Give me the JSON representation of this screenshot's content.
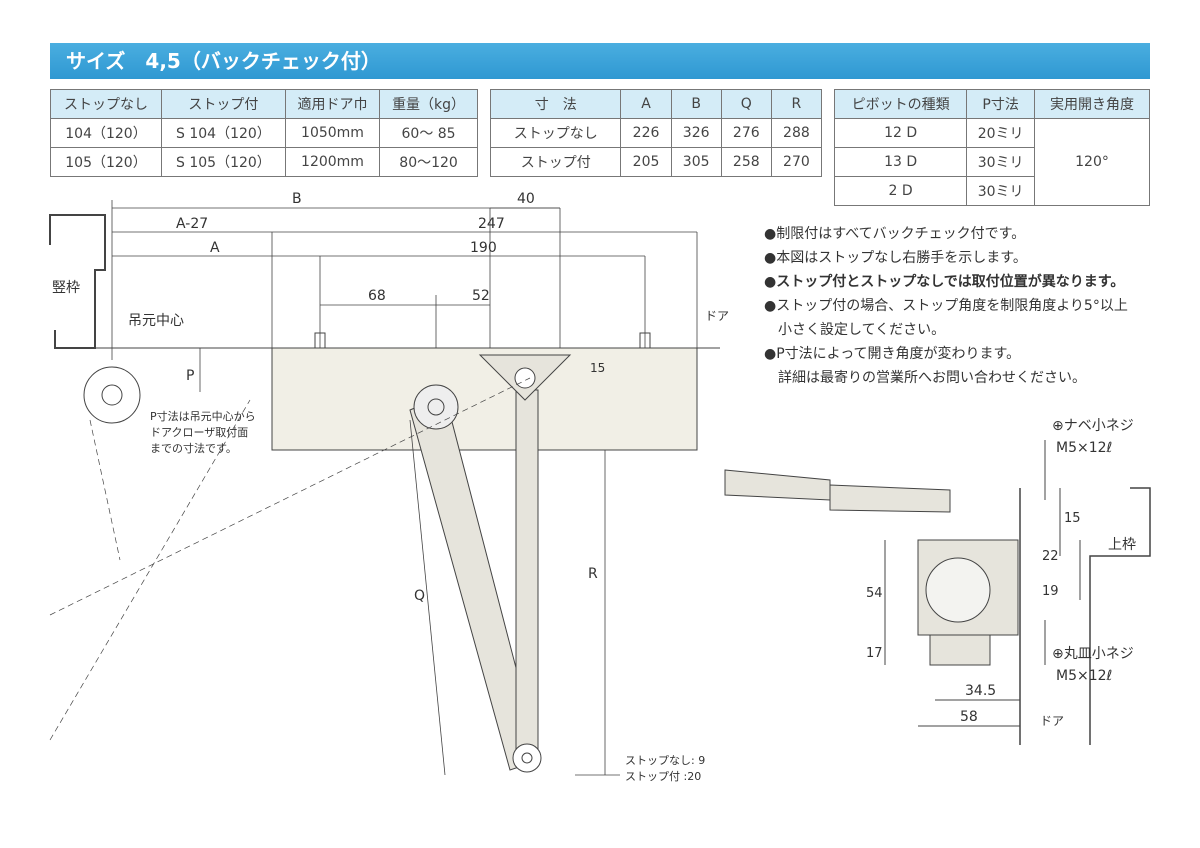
{
  "title": "サイズ　4,5（バックチェック付）",
  "model_table": {
    "headers": [
      "ストップなし",
      "ストップ付",
      "適用ドア巾",
      "重量（kg）"
    ],
    "rows": [
      [
        "104（120）",
        "S 104（120）",
        "1050mm",
        "60～ 85"
      ],
      [
        "105（120）",
        "S 105（120）",
        "1200mm",
        "80～120"
      ]
    ]
  },
  "dim_table": {
    "headers": [
      "寸　法",
      "A",
      "B",
      "Q",
      "R"
    ],
    "rows": [
      [
        "ストップなし",
        "226",
        "326",
        "276",
        "288"
      ],
      [
        "ストップ付",
        "205",
        "305",
        "258",
        "270"
      ]
    ]
  },
  "pivot_table": {
    "headers": [
      "ピボットの種類",
      "P寸法",
      "実用開き角度"
    ],
    "rows": [
      [
        "12 D",
        "20ミリ"
      ],
      [
        "13 D",
        "30ミリ"
      ],
      [
        "2 D",
        "30ミリ"
      ]
    ],
    "angle": "120°"
  },
  "notes": [
    "●制限付はすべてバックチェック付です。",
    "●本図はストップなし右勝手を示します。",
    "●ストップ付とストップなしでは取付位置が異なります。",
    "●ストップ付の場合、ストップ角度を制限角度より5°以上",
    "小さく設定してください。",
    "●P寸法によって開き角度が変わります。",
    "詳細は最寄りの営業所へお問い合わせください。"
  ],
  "main_diagram": {
    "B": "B",
    "d40": "40",
    "A27": "A-27",
    "d247": "247",
    "A": "A",
    "d190": "190",
    "d68": "68",
    "d52": "52",
    "frame": "竪枠",
    "pivot_center": "吊元中心",
    "door": "ドア",
    "P": "P",
    "d15": "15",
    "R": "R",
    "Q": "Q",
    "p_note": [
      "P寸法は吊元中心から",
      "ドアクローザ取付面",
      "までの寸法です。"
    ],
    "stop_none": "ストップなし: 9",
    "stop_with": "ストップ付  :20"
  },
  "side_diagram": {
    "screw1": "⊕ナベ小ネジ",
    "screw1_size": "M5×12ℓ",
    "screw2": "⊕丸皿小ネジ",
    "screw2_size": "M5×12ℓ",
    "d15": "15",
    "d22": "22",
    "d19": "19",
    "d54": "54",
    "d17": "17",
    "d345": "34.5",
    "d58": "58",
    "top_frame": "上枠",
    "door": "ドア"
  }
}
